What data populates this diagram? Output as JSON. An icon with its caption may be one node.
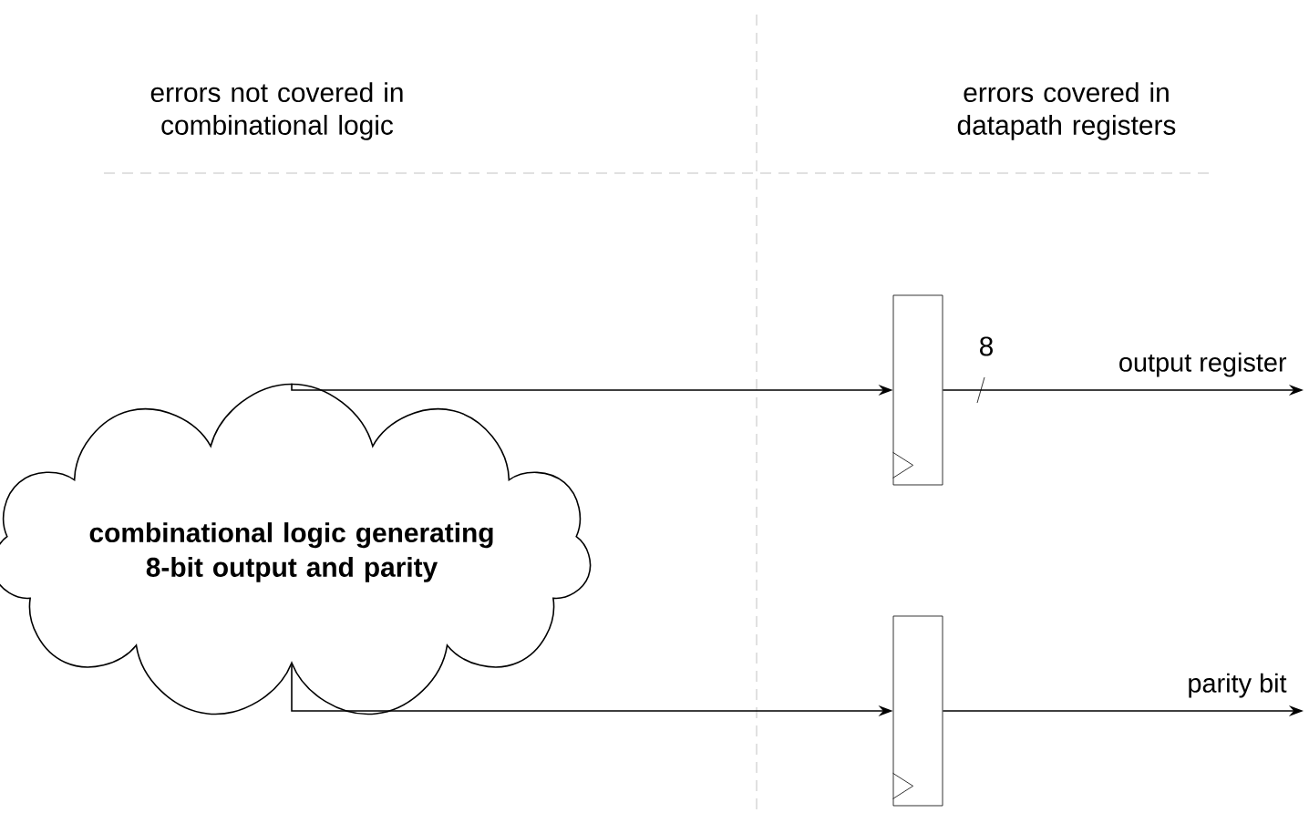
{
  "diagram": {
    "nodes": [
      {
        "text": [
          "combinational logic generating 8-bit output and parity"
        ]
      },
      {
        "text": [],
        "shape": "box"
      },
      {
        "text": [],
        "shape": "box"
      }
    ],
    "edges": [
      {
        "from": 0,
        "to": 1,
        "arrow": "to"
      },
      {
        "from": 0,
        "to": 2,
        "arrow": "to"
      },
      {
        "from": 1,
        "to": null,
        "arrow": "to",
        "label": "output register"
      },
      {
        "from": 2,
        "to": null,
        "arrow": "to",
        "label": "parity bit"
      }
    ],
    "labels": [
      "errors not covered in combinational logic",
      "errors covered in datapath registers",
      "8"
    ]
  }
}
